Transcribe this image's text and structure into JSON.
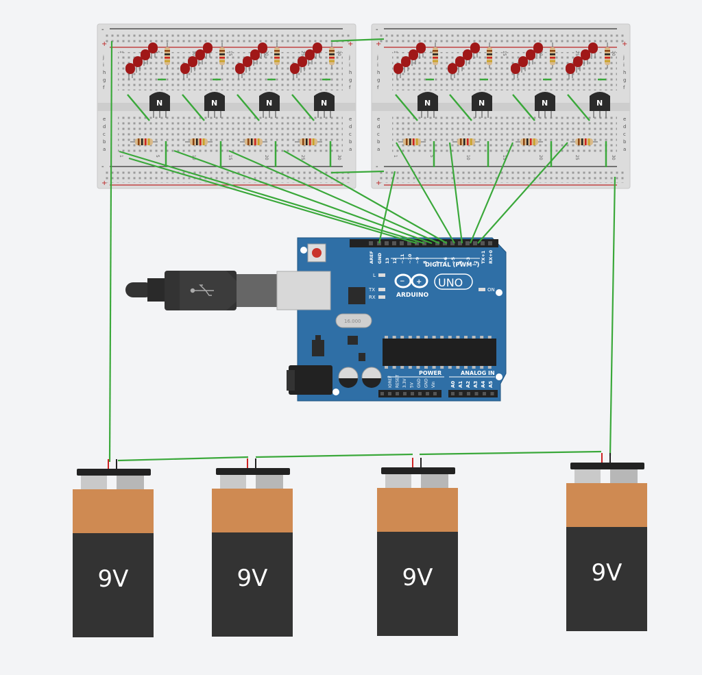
{
  "breadboard": {
    "rail_plus": "+",
    "rail_minus": "-",
    "rows_top": [
      "j",
      "i",
      "h",
      "g",
      "f"
    ],
    "rows_bottom": [
      "e",
      "d",
      "c",
      "b",
      "a"
    ],
    "column_numbers": [
      "1",
      "5",
      "10",
      "15",
      "20",
      "25",
      "30"
    ],
    "transistor_label": "N"
  },
  "arduino": {
    "logo": "ARDUINO",
    "model": "UNO",
    "digital_header": "DIGITAL (PWM~)",
    "digital_pins": [
      "AREF",
      "GND",
      "13",
      "12",
      "~11",
      "~10",
      "~9",
      "8",
      "7",
      "~6",
      "~5",
      "4",
      "~3",
      "2",
      "TX+1",
      "RX+0"
    ],
    "led_labels": [
      "L",
      "TX",
      "RX"
    ],
    "on_label": "ON",
    "crystal": "16.000",
    "power_header": "POWER",
    "power_pins": [
      "IOREF",
      "RESET",
      "3.3V",
      "5V",
      "GND",
      "GND",
      "Vin"
    ],
    "analog_header": "ANALOG IN",
    "analog_pins": [
      "A0",
      "A1",
      "A2",
      "A3",
      "A4",
      "A5"
    ]
  },
  "batteries": [
    {
      "label": "9V"
    },
    {
      "label": "9V"
    },
    {
      "label": "9V"
    },
    {
      "label": "9V"
    }
  ],
  "colors": {
    "wire": "#3aa83a",
    "board": "#2f6fa6",
    "led": "#a01818",
    "battery_top": "#cf8a52",
    "battery_body": "#333333"
  }
}
